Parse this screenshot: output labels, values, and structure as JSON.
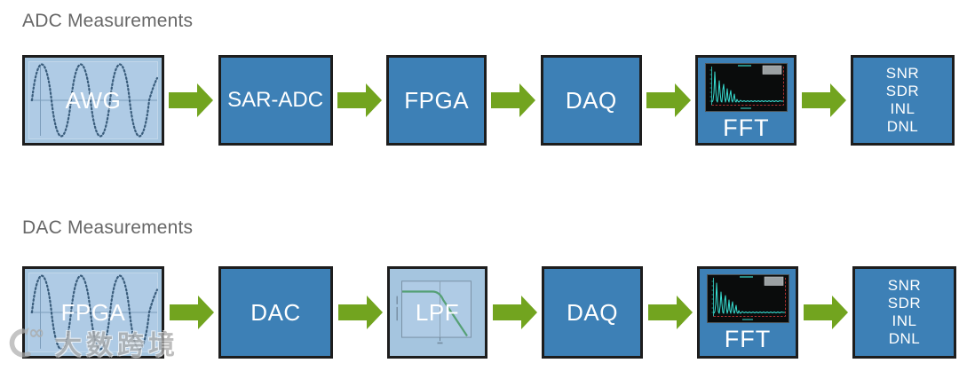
{
  "colors": {
    "box_blue": "#3d80b6",
    "box_light": "#a5c5df",
    "box_light_inner": "#afcbe5",
    "border_dark": "#1d1d1d",
    "arrow_green": "#72a41f",
    "title_gray": "#676767",
    "label_white": "#ffffff",
    "wave_blue": "#3a5d7c",
    "trace_cyan": "#38e0d4",
    "display_red": "#b03232",
    "lpf_green": "#55a075"
  },
  "rows": [
    {
      "title": "ADC Measurements",
      "blocks": [
        {
          "label": "AWG"
        },
        {
          "label": "SAR-ADC"
        },
        {
          "label": "FPGA"
        },
        {
          "label": "DAQ"
        },
        {
          "label": "FFT"
        },
        {
          "lines": [
            "SNR",
            "SDR",
            "INL",
            "DNL"
          ]
        }
      ]
    },
    {
      "title": "DAC Measurements",
      "blocks": [
        {
          "label": "FPGA"
        },
        {
          "label": "DAC"
        },
        {
          "label": "LPF"
        },
        {
          "label": "DAQ"
        },
        {
          "label": "FFT"
        },
        {
          "lines": [
            "SNR",
            "SDR",
            "INL",
            "DNL"
          ]
        }
      ]
    }
  ],
  "watermark": {
    "text": "大数跨境",
    "icon": "infinity-logo-icon"
  }
}
